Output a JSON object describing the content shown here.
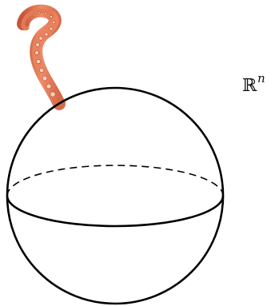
{
  "diagram": {
    "label": {
      "symbol": "ℝ",
      "exponent": "n"
    },
    "colors": {
      "stroke": "#000000",
      "tentacle": "#e8825f",
      "tentacle_dark": "#c45a3d",
      "sucker": "#f6d2c2"
    },
    "icons": [
      "sphere",
      "equator-front",
      "equator-back-dashed",
      "tentacle"
    ]
  }
}
